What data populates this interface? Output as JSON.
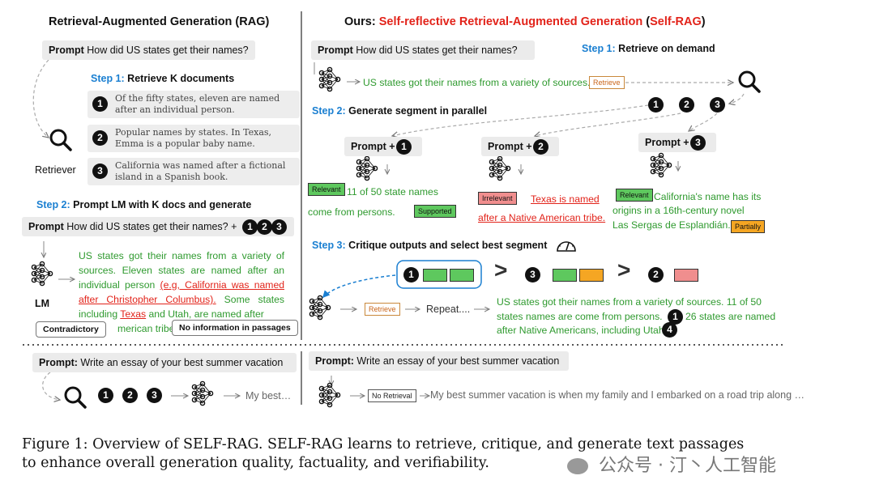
{
  "left": {
    "title": "Retrieval-Augmented Generation (RAG)",
    "prompt_label": "Prompt",
    "prompt_text": "How did US states get their names?",
    "step1_label": "Step 1:",
    "step1_text": "Retrieve K documents",
    "docs": [
      "Of the fifty states, eleven are named after an individual person.",
      "Popular names by states. In Texas, Emma is a popular baby name.",
      "California was named after a fictional island in a Spanish book."
    ],
    "retriever_label": "Retriever",
    "step2_label": "Step 2:",
    "step2_text": "Prompt LM with K docs and generate",
    "prompt2_text": "How did US states get their names? +",
    "lm_label": "LM",
    "output_plain_1": "US states got their names from a variety of sources. Eleven states are named after an individual person",
    "output_red_1": "(e.g, California was named after Christopher Columbus).",
    "output_plain_2": "Some states including",
    "output_red_2": "Texas",
    "output_plain_3": "and Utah, are named after",
    "output_plain_4": "merican tribe.",
    "callout_contradictory": "Contradictory",
    "callout_noinfo": "No information in passages"
  },
  "right": {
    "title_prefix": "Ours:",
    "title_red": "Self-reflective Retrieval-Augmented Generation",
    "title_red2": "Self-RAG",
    "prompt_label": "Prompt",
    "prompt_text": "How did US states get their names?",
    "step1_label": "Step 1:",
    "step1_text": "Retrieve on demand",
    "step1_output": "US states got their names from a variety of sources.",
    "retrieve_tag": "Retrieve",
    "step2_label": "Step 2:",
    "step2_text": "Generate segment in parallel",
    "prompt_plus": "Prompt +",
    "seg1_tag": "Relevant",
    "seg1_text_a": "11 of 50 state names",
    "seg1_text_b": "come from persons.",
    "seg1_tag2": "Supported",
    "seg2_tag": "Irrelevant",
    "seg2_text_a": "Texas is named",
    "seg2_text_b": "after a Native American tribe.",
    "seg3_tag": "Relevant",
    "seg3_text_a": "California's name has its",
    "seg3_text_b": "origins in a 16th-century novel",
    "seg3_text_c": "Las Sergas de Esplandián.",
    "seg3_tag2": "Partially",
    "step3_label": "Step 3:",
    "step3_text": "Critique outputs and select best segment",
    "repeat_text": "Repeat....",
    "final_text_1": "US states got their names from a variety of sources. 11 of 50",
    "final_text_2": "states names are come from persons.",
    "final_text_3": "26 states are named",
    "final_text_4": "after Native Americans, including Utah."
  },
  "bottom": {
    "left_prompt_label": "Prompt:",
    "left_prompt_text": "Write an essay of your best summer vacation",
    "left_output": "My best…",
    "right_prompt_label": "Prompt:",
    "right_prompt_text": "Write an essay of your best summer vacation",
    "no_retrieval_tag": "No Retrieval",
    "right_output": "My best summer vacation is when my family and I embarked on a road trip along …"
  },
  "caption": {
    "line1": "Figure 1: Overview of SELF-RAG. SELF-RAG learns to retrieve, critique, and generate text passages",
    "line2": "to enhance overall generation quality, factuality, and verifiability."
  },
  "watermark": "公众号 · 汀丶人工智能",
  "numbers": [
    "1",
    "2",
    "3"
  ],
  "colors": {
    "red": "#e2231a",
    "blue": "#1a7fd1",
    "green": "#2f9a2f",
    "relevant": "#5ec85e",
    "irrelevant": "#f08e8e",
    "partial": "#f5a623"
  }
}
